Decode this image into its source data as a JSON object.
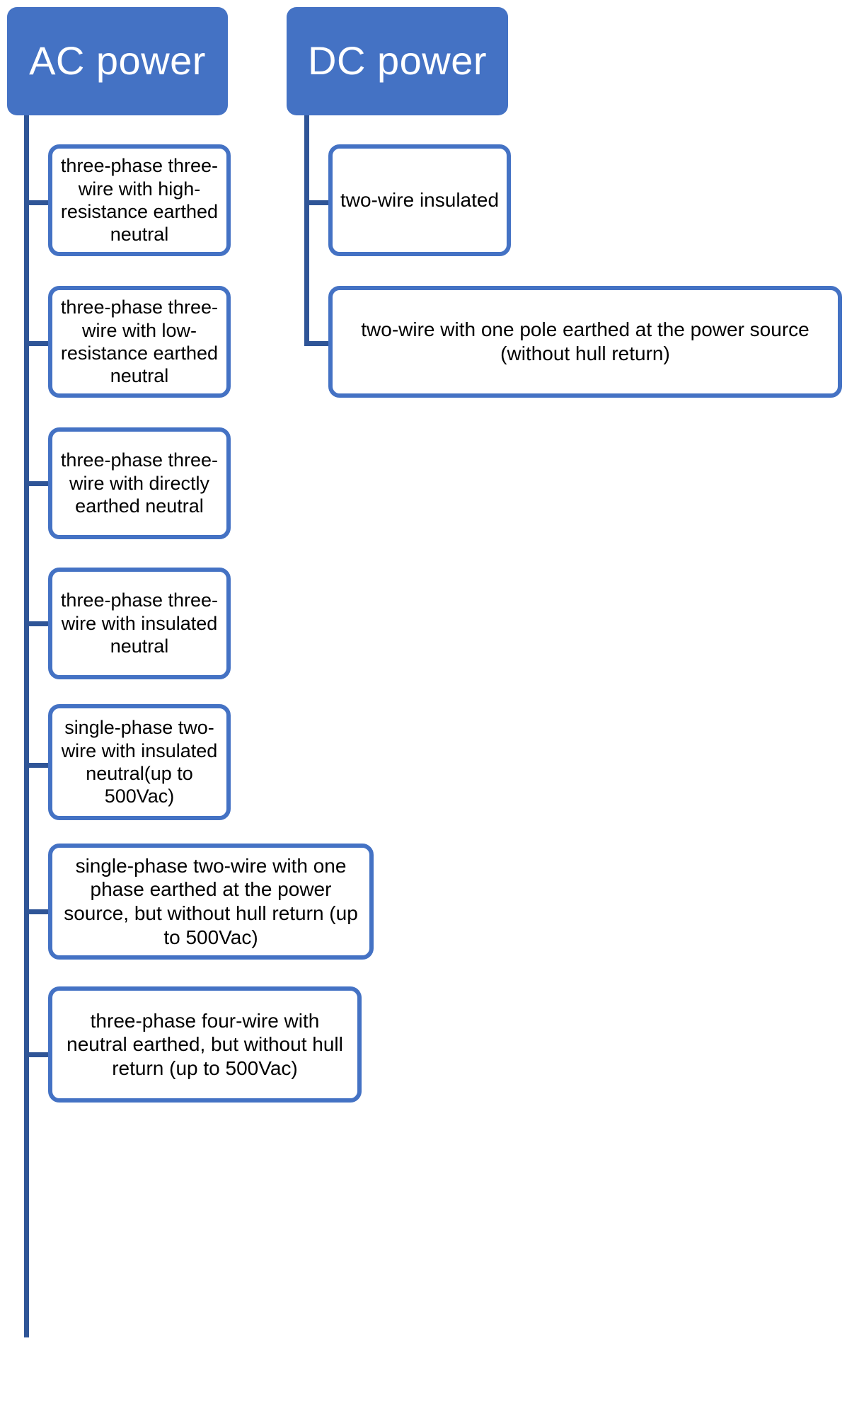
{
  "diagram": {
    "type": "hierarchy-tree",
    "colors": {
      "header_fill": "#4472C4",
      "header_text": "#FFFFFF",
      "node_border": "#4472C4",
      "node_fill": "#FFFFFF",
      "node_text": "#000000",
      "connector": "#2F5597"
    },
    "branches": [
      {
        "id": "ac",
        "title": "AC power",
        "children": [
          {
            "label": "three-phase three-wire with high-resistance earthed neutral"
          },
          {
            "label": "three-phase three-wire with low-resistance earthed neutral"
          },
          {
            "label": "three-phase three-wire with directly earthed neutral"
          },
          {
            "label": "three-phase three-wire with insulated neutral"
          },
          {
            "label": "single-phase two-wire with insulated neutral(up to 500Vac)"
          },
          {
            "label": "single-phase two-wire with one phase earthed at the power source, but without hull return (up to 500Vac)"
          },
          {
            "label": "three-phase four-wire with neutral earthed, but without hull return (up to 500Vac)"
          }
        ]
      },
      {
        "id": "dc",
        "title": "DC power",
        "children": [
          {
            "label": "two-wire insulated"
          },
          {
            "label": "two-wire with one pole earthed at the power source (without hull return)"
          }
        ]
      }
    ]
  }
}
